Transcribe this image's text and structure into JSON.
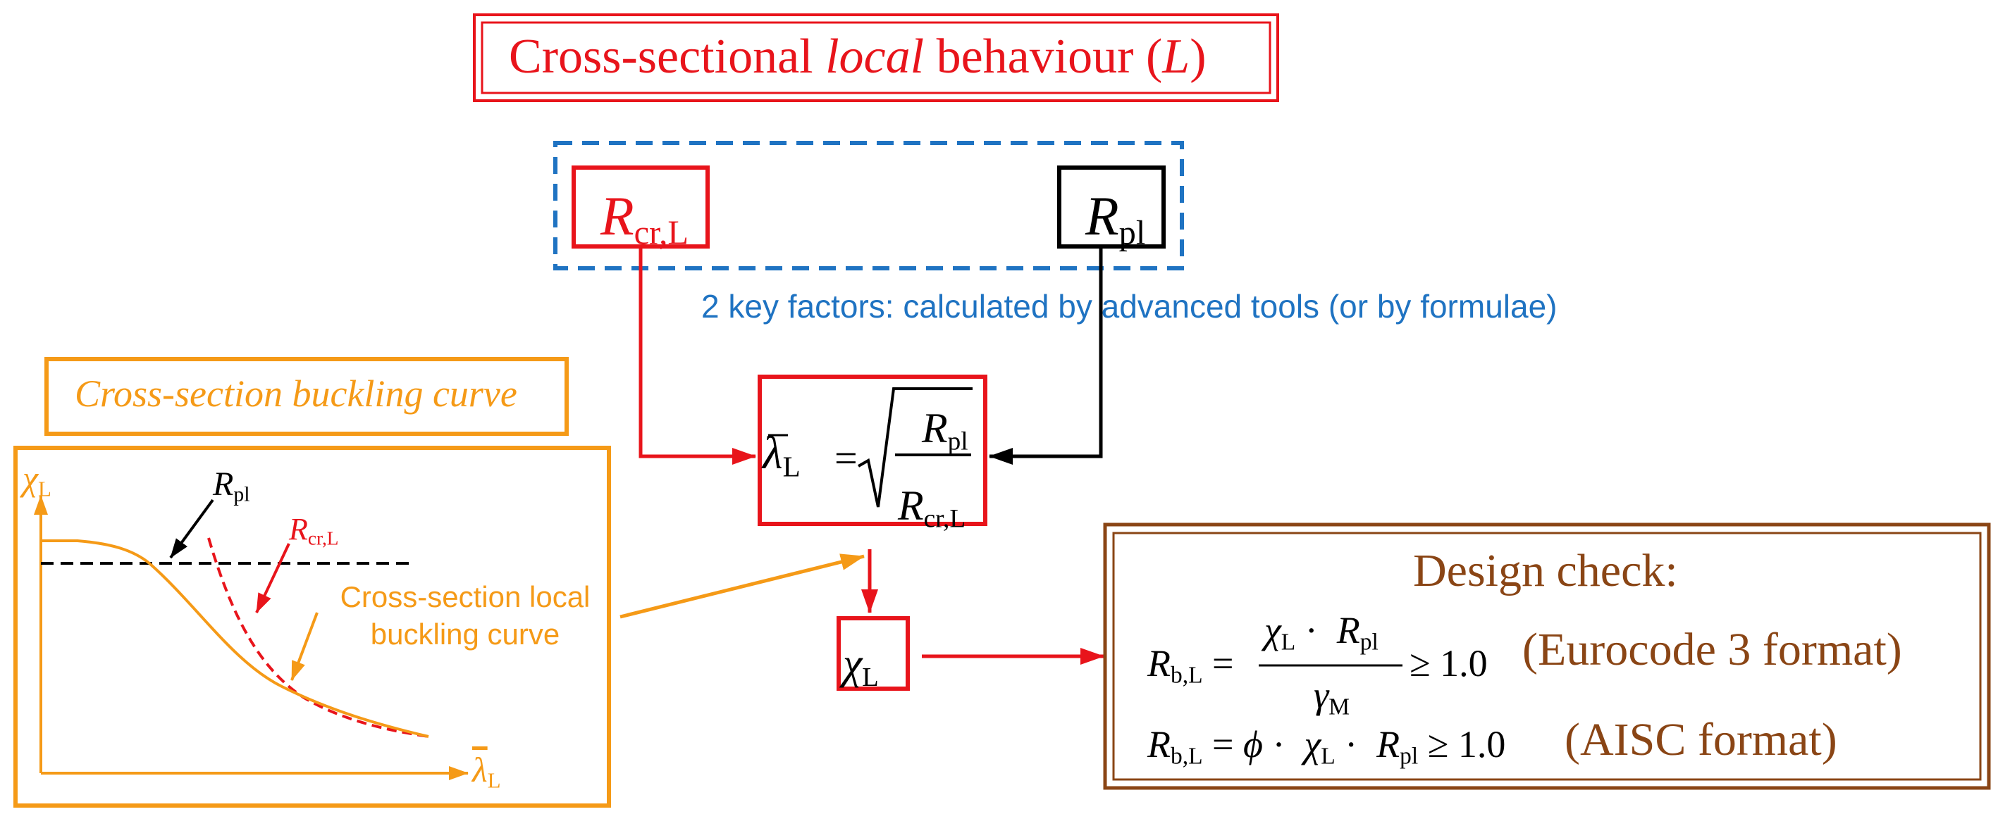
{
  "title": {
    "prefix": "Cross-sectional ",
    "italic": "local",
    "suffix": " behaviour (",
    "symbol": "L",
    "close": ")"
  },
  "factors": {
    "rcr": {
      "sym": "R",
      "sub": "cr,L"
    },
    "rpl": {
      "sym": "R",
      "sub": "pl"
    },
    "note": "2 key factors: calculated by advanced tools (or by formulae)"
  },
  "buckling_curve": {
    "title": "Cross-section buckling curve",
    "y_axis": {
      "sym": "χ",
      "sub": "L"
    },
    "x_axis": {
      "sym": "λ",
      "sub": "L"
    },
    "rpl_label": {
      "sym": "R",
      "sub": "pl"
    },
    "rcr_label": {
      "sym": "R",
      "sub": "cr,L"
    },
    "curve_label": "Cross-section local buckling curve"
  },
  "slenderness": {
    "lhs_sym": "λ",
    "lhs_sub": "L",
    "eq": "=",
    "num_sym": "R",
    "num_sub": "pl",
    "den_sym": "R",
    "den_sub": "cr,L"
  },
  "reduction": {
    "sym": "χ",
    "sub": "L"
  },
  "design_check": {
    "title": "Design check:",
    "eq1": {
      "lhs_sym": "R",
      "lhs_sub": "b,L",
      "eq": "=",
      "num_a_sym": "χ",
      "num_a_sub": "L",
      "dot": "·",
      "num_b_sym": "R",
      "num_b_sub": "pl",
      "den_sym": "γ",
      "den_sub": "M",
      "ge": "≥ 1.0",
      "format": "(Eurocode 3 format)"
    },
    "eq2": {
      "lhs_sym": "R",
      "lhs_sub": "b,L",
      "eq": "=",
      "phi": "ϕ",
      "dot": "·",
      "chi_sym": "χ",
      "chi_sub": "L",
      "rpl_sym": "R",
      "rpl_sub": "pl",
      "ge": "≥ 1.0",
      "format": "(AISC format)"
    }
  },
  "colors": {
    "red": "#e8141b",
    "blue": "#1f73c2",
    "orange": "#f59a17",
    "brown": "#8a4515",
    "black": "#000000"
  }
}
